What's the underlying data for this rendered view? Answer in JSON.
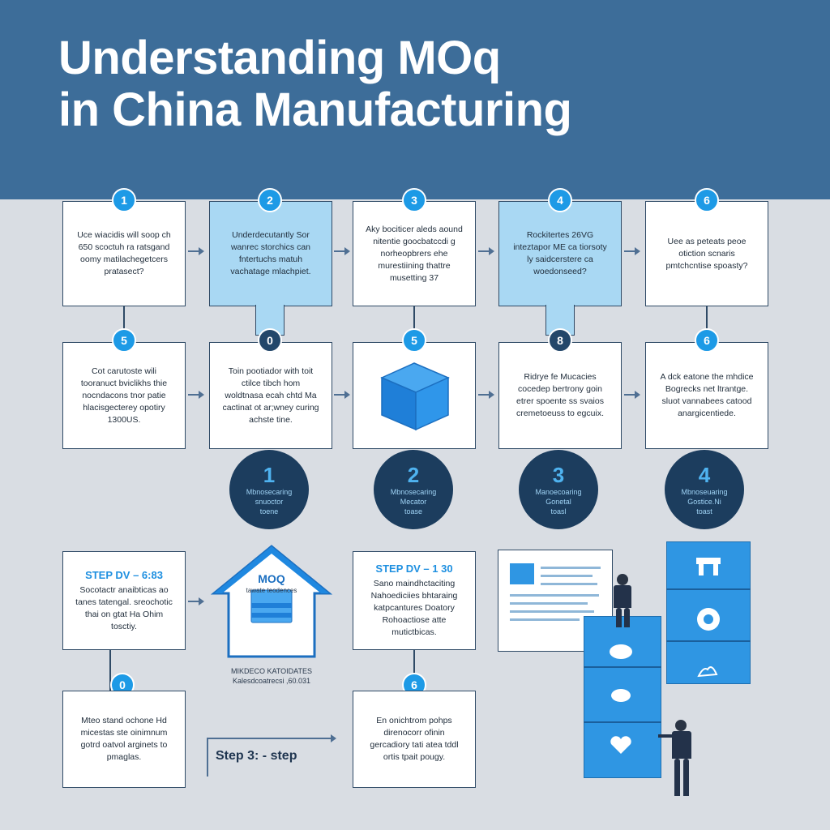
{
  "header": {
    "title_line1": "Understanding MOq",
    "title_line2": "in China Manufacturing"
  },
  "row1": [
    {
      "badge": "1",
      "text": "Uce wiacidis will soop ch 650 scoctuh ra ratsgand oomy matilachegetcers pratasect?"
    },
    {
      "badge": "2",
      "text": "Underdecutantly Sor wanrec storchics can fntertuchs matuh vachatage mlachpiet."
    },
    {
      "badge": "3",
      "text": "Aky bociticer aleds aound nitentie goocbatccdi g norheopbrers ehe murestiining thattre musetting 37"
    },
    {
      "badge": "4",
      "text": "Rockitertes 26VG inteztapor ME ca tiorsoty ly saidcerstere ca woedonseed?"
    },
    {
      "badge": "6",
      "text": "Uee as peteats peoe otiction scnaris pmtchcntise spoasty?"
    }
  ],
  "row2": [
    {
      "badge": "5",
      "text": "Cot carutoste wili tooranuct bviclikhs thie nocndacons tnor patie hlacisgecterey opotiry 1300US."
    },
    {
      "badge": "0",
      "text": "Toin pootiador with toit ctilce tibch hom woldtnasa ecah chtd Ma cactinat ot ar;wney curing achste tine."
    },
    {
      "badge": "5",
      "text": ""
    },
    {
      "badge": "8",
      "text": "Ridrye fe Mucacies cocedep bertrony goin etrer spoente ss svaios cremetoeuss to egcuix."
    },
    {
      "badge": "6",
      "text": "A dck eatone the mhdice Bogrecks net ltrantge. sluot vannabees catood anargicentiede."
    }
  ],
  "discs": [
    {
      "num": "1",
      "label_line1": "Mbnosecaring",
      "label_line2": "snuoctor",
      "label_line3": "toene"
    },
    {
      "num": "2",
      "label_line1": "Mbnosecaring",
      "label_line2": "Mecator",
      "label_line3": "toase"
    },
    {
      "num": "3",
      "label_line1": "Manoecoaring",
      "label_line2": "Gonetal",
      "label_line3": "toasl"
    },
    {
      "num": "4",
      "label_line1": "Mbnoseuaring",
      "label_line2": "Gostice.Ni",
      "label_line3": "toast"
    }
  ],
  "bottom": {
    "left_top": {
      "head": "STEP DV – 6:83",
      "text": "Socotactr anaibticas ao tanes tatengal. sreochotic thai on gtat Ha Ohim tosctiy."
    },
    "left_badge": "0",
    "left_bottom": {
      "text": "Mteo stand ochone Hd micestas ste oinimnum gotrd oatvol arginets to pmaglas."
    },
    "house_label": "MOQ",
    "house_sub": "tawate teodences",
    "house_caption1": "MIKDECO KATOIDATES",
    "house_caption2": "Kalesdcoatrecsi ,60.031",
    "mid_top": {
      "head": "STEP DV – 1 30",
      "text": "Sano maindhctaciting Nahoediciies bhtaraing katpcantures Doatory Rohoactiose atte mutictbicas."
    },
    "mid_badge": "6",
    "mid_bottom": {
      "text": "En onichtrom pohps direnocorr ofinin gercadiory tati atea tddl ortis tpait pougy."
    },
    "step3_label": "Step 3: -   step"
  },
  "colors": {
    "header": "#3d6d99",
    "accent": "#1d9ae6",
    "dark_navy": "#1c3d5e",
    "card_blue": "#a9d8f3",
    "background": "#d9dde3"
  }
}
